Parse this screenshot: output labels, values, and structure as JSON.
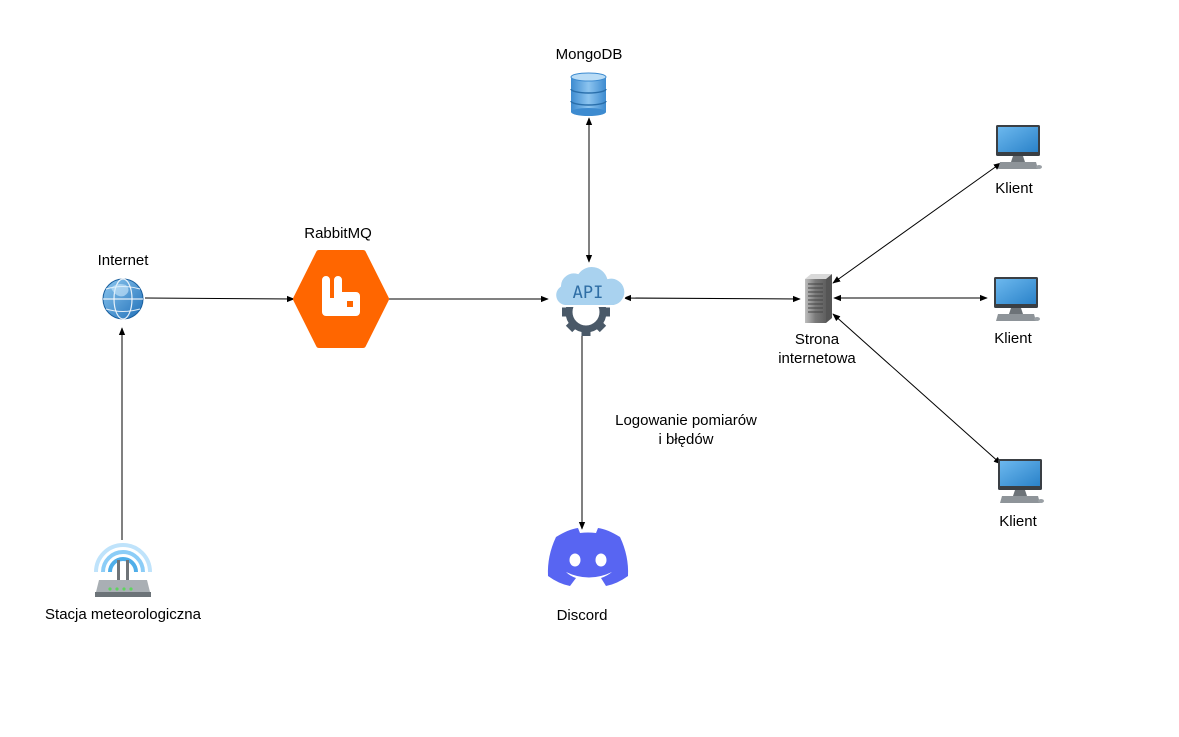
{
  "nodes": {
    "station": {
      "label": "Stacja meteorologiczna",
      "icon": "router-wifi-icon"
    },
    "internet": {
      "label": "Internet",
      "icon": "globe-icon"
    },
    "rabbitmq": {
      "label": "RabbitMQ",
      "icon": "rabbitmq-icon"
    },
    "mongodb": {
      "label": "MongoDB",
      "icon": "database-icon"
    },
    "api": {
      "label": "API",
      "icon": "api-cloud-gear-icon"
    },
    "discord": {
      "label": "Discord",
      "icon": "discord-icon"
    },
    "website": {
      "label_line1": "Strona",
      "label_line2": "internetowa",
      "icon": "server-icon"
    },
    "client1": {
      "label": "Klient",
      "icon": "desktop-computer-icon"
    },
    "client2": {
      "label": "Klient",
      "icon": "desktop-computer-icon"
    },
    "client3": {
      "label": "Klient",
      "icon": "desktop-computer-icon"
    }
  },
  "edge_labels": {
    "logging_line1": "Logowanie pomiarów",
    "logging_line2": "i błędów"
  },
  "colors": {
    "rabbitmq": "#FF6600",
    "discord": "#5865F2",
    "api_cloud": "#9CCAEB",
    "api_gear": "#4A5968",
    "database": "#5BA3DB",
    "monitor": "#4A9BD9",
    "line": "#000000"
  }
}
